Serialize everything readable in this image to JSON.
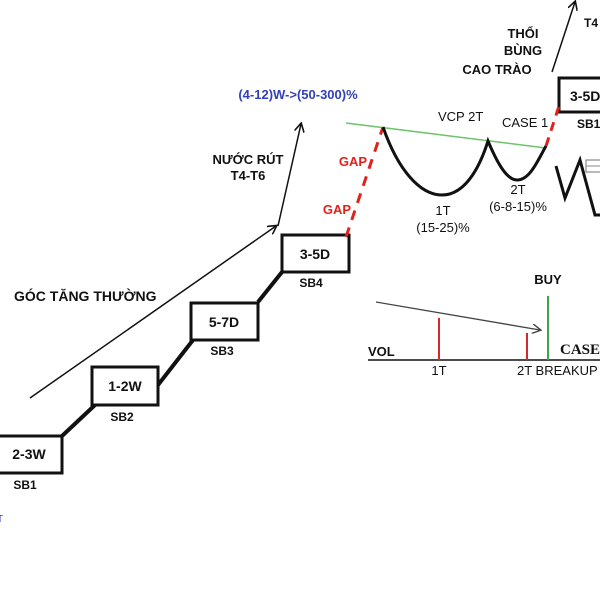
{
  "colors": {
    "line": "#111111",
    "gap": "#e0211c",
    "resistance": "#6cc56a",
    "buy": "#3aa64a",
    "volume": "#d12a2a",
    "blue_text": "#3340b8"
  },
  "boxes": [
    {
      "label": "2-3W",
      "base": "SB1"
    },
    {
      "label": "1-2W",
      "base": "SB2"
    },
    {
      "label": "5-7D",
      "base": "SB3"
    },
    {
      "label": "3-5D",
      "base": "SB4"
    },
    {
      "label": "3-5D",
      "base": "SB1"
    }
  ],
  "labels": {
    "normal_angle": "GÓC TĂNG THƯỜNG",
    "acceleration_line1": "NƯỚC RÚT",
    "acceleration_line2": "T4-T6",
    "gain_range": "(4-12)W->(50-300)%",
    "gap_1": "GAP",
    "gap_2": "GAP",
    "vcp": "VCP 2T",
    "case1": "CASE 1",
    "climax_line1": "THỔI",
    "climax_line2": "BÙNG",
    "climax_line3": "CAO TRÀO",
    "t4": "T4",
    "t1_name": "1T",
    "t1_range": "(15-25)%",
    "t2_name": "2T",
    "t2_range": "(6-8-15)%",
    "buy": "BUY",
    "vol": "VOL",
    "case_cut": "CASE",
    "vol_1t": "1T",
    "vol_2t_breakout": "2T BREAKUP",
    "left_edge_mark": "T"
  }
}
